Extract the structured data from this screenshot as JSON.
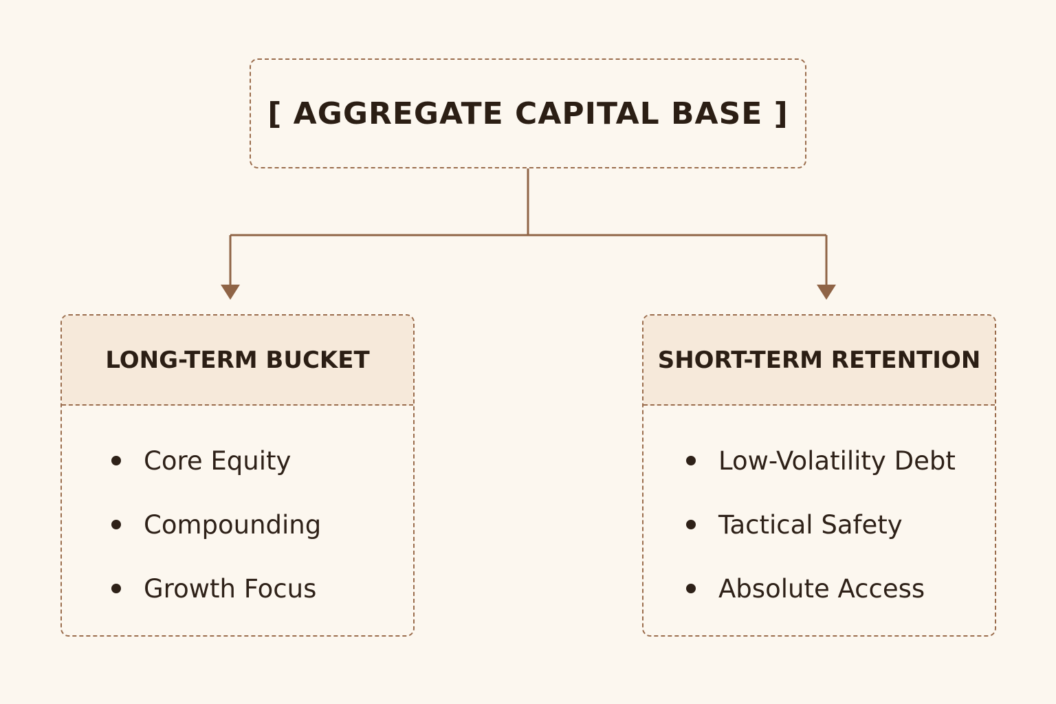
{
  "root": {
    "title": "[ AGGREGATE CAPITAL BASE ]"
  },
  "buckets": [
    {
      "title": "LONG-TERM BUCKET",
      "items": [
        "Core Equity",
        "Compounding",
        "Growth Focus"
      ]
    },
    {
      "title": "SHORT-TERM RETENTION",
      "items": [
        "Low-Volatility Debt",
        "Tactical Safety",
        "Absolute Access"
      ]
    }
  ],
  "colors": {
    "background": "#fcf7ef",
    "line": "#8f6446",
    "border": "#9a6c4c",
    "header_fill": "#f6e9da",
    "text": "#2e2118"
  }
}
